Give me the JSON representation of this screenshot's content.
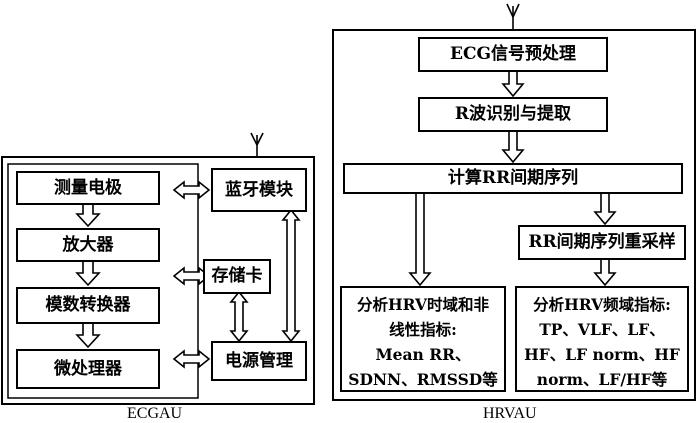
{
  "ecgau": {
    "caption": "ECGAU",
    "blocks": {
      "electrode": "测量电极",
      "amplifier": "放大器",
      "adc": "模数转换器",
      "mcu": "微处理器",
      "bluetooth": "蓝牙模块",
      "storage": "存储卡",
      "power": "电源管理"
    }
  },
  "hrvau": {
    "caption": "HRVAU",
    "blocks": {
      "preprocess": "ECG信号预处理",
      "r_wave": "R波识别与提取",
      "rr_series": "计算RR间期序列",
      "resample": "RR间期序列重采样"
    },
    "time_domain_lines": [
      "分析HRV时域和非",
      "线性指标:",
      "Mean RR、",
      "SDNN、RMSSD等"
    ],
    "freq_domain_lines": [
      "分析HRV频域指标:",
      "TP、VLF、LF、",
      "HF、LF norm、HF",
      "norm、LF/HF等"
    ]
  }
}
